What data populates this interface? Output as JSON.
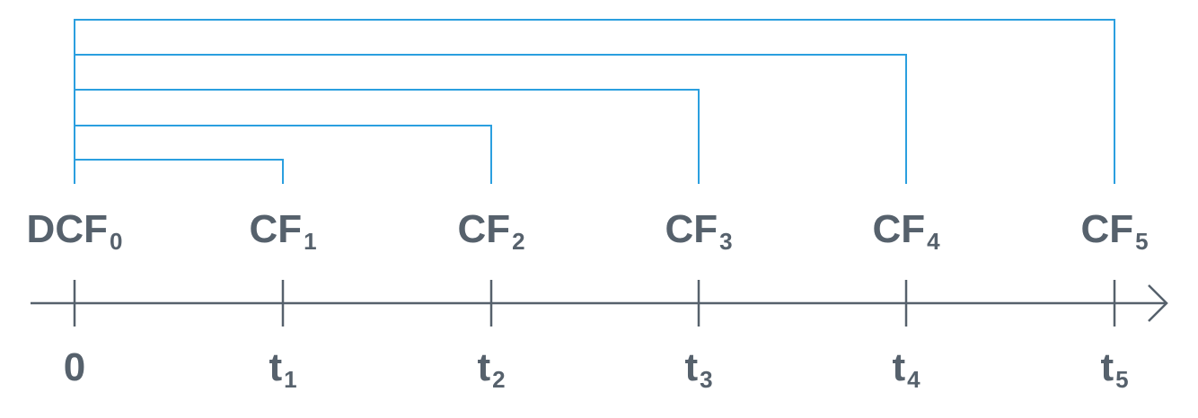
{
  "diagram": {
    "axis_color": "#56616c",
    "bracket_color": "#2b9fdf",
    "points": [
      {
        "cf_main": "DCF",
        "cf_sub": "0",
        "t_main": "0",
        "t_sub": ""
      },
      {
        "cf_main": "CF",
        "cf_sub": "1",
        "t_main": "t",
        "t_sub": "1"
      },
      {
        "cf_main": "CF",
        "cf_sub": "2",
        "t_main": "t",
        "t_sub": "2"
      },
      {
        "cf_main": "CF",
        "cf_sub": "3",
        "t_main": "t",
        "t_sub": "3"
      },
      {
        "cf_main": "CF",
        "cf_sub": "4",
        "t_main": "t",
        "t_sub": "4"
      },
      {
        "cf_main": "CF",
        "cf_sub": "5",
        "t_main": "t",
        "t_sub": "5"
      }
    ],
    "brackets": [
      {
        "from": 0,
        "to": 1
      },
      {
        "from": 0,
        "to": 2
      },
      {
        "from": 0,
        "to": 3
      },
      {
        "from": 0,
        "to": 4
      },
      {
        "from": 0,
        "to": 5
      }
    ]
  }
}
